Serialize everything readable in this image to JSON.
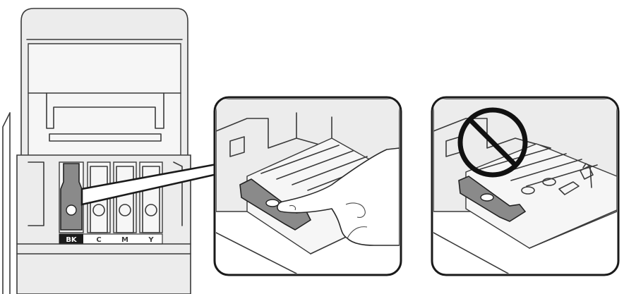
{
  "tank_labels": [
    "BK",
    "C",
    "M",
    "Y"
  ],
  "colors": {
    "outline": "#3a3a3a",
    "cap_gray": "#8a8a8a",
    "panel_fill": "#ececec",
    "frame": "#1a1a1a",
    "label_bk_bg": "#1a1a1a"
  },
  "icons": {
    "prohibited": "prohibited-icon",
    "finger": "pointing-finger-icon"
  }
}
